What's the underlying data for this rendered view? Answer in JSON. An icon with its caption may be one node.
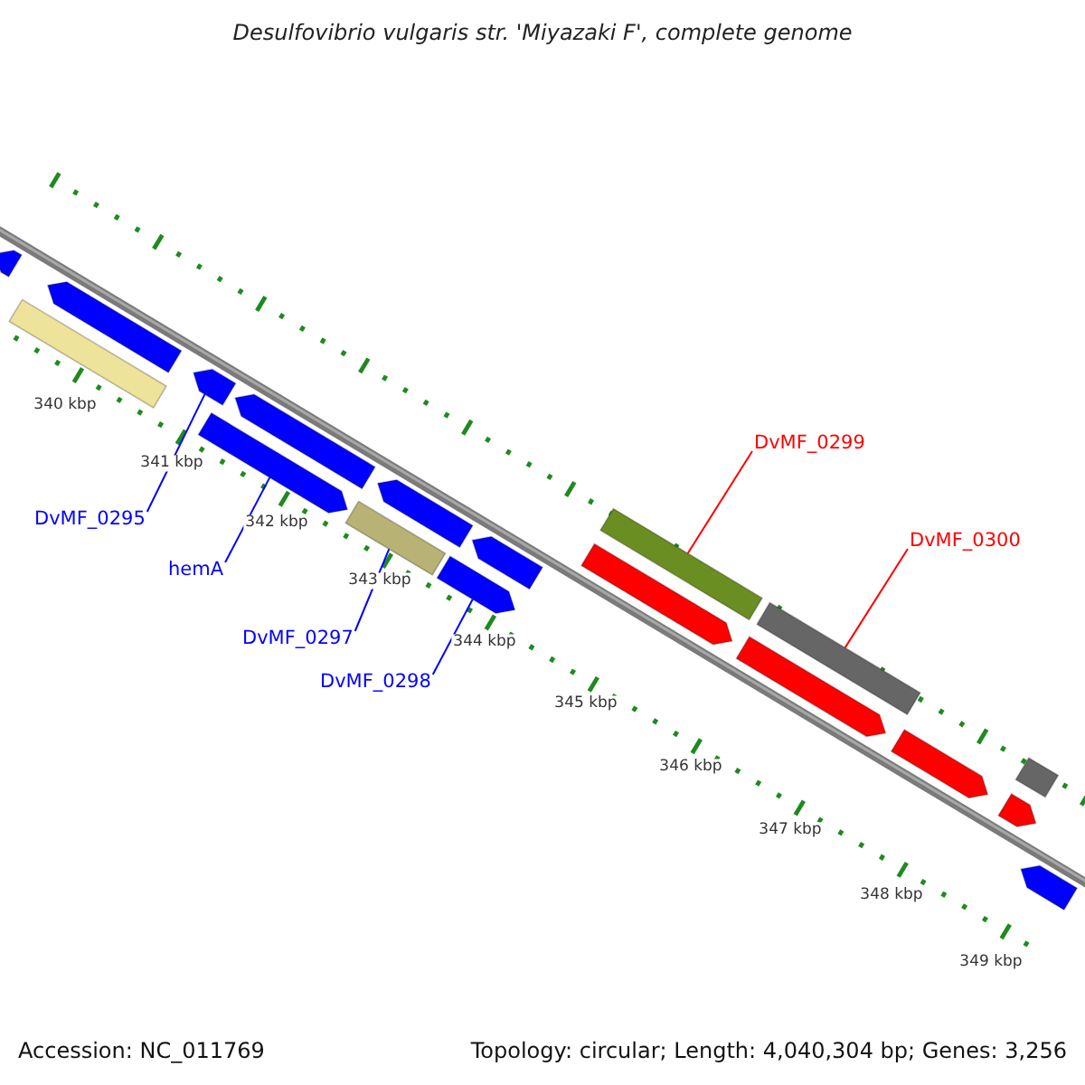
{
  "diagram": {
    "title": "Desulfovibrio vulgaris str. 'Miyazaki F', complete genome",
    "nodes": [
      {
        "text": [
          "DvMF_0295"
        ]
      },
      {
        "text": [
          "hemA"
        ]
      },
      {
        "text": [
          "DvMF_0297"
        ]
      },
      {
        "text": [
          "DvMF_0298"
        ]
      },
      {
        "text": [
          "DvMF_0299"
        ]
      },
      {
        "text": [
          "DvMF_0300"
        ]
      },
      {
        "text": [],
        "shape": "bar"
      },
      {
        "text": [],
        "shape": "bar"
      },
      {
        "text": [],
        "shape": "bar"
      },
      {
        "text": [],
        "shape": "bar"
      },
      {
        "text": [],
        "shape": "bar"
      },
      {
        "text": [],
        "shape": "bar"
      },
      {
        "text": [],
        "shape": "bar"
      },
      {
        "text": [],
        "shape": "bar"
      },
      {
        "text": [],
        "shape": "bar"
      },
      {
        "text": [],
        "shape": "bar"
      },
      {
        "text": [],
        "shape": "bar"
      },
      {
        "text": [],
        "shape": "bar"
      },
      {
        "text": [],
        "shape": "bar"
      },
      {
        "text": [],
        "shape": "bar"
      },
      {
        "text": [],
        "shape": "bar"
      },
      {
        "text": [],
        "shape": "bar"
      },
      {
        "text": [],
        "shape": "bar"
      },
      {
        "text": [],
        "shape": "bar"
      }
    ],
    "edges": [
      {
        "from": 0,
        "to": 9,
        "arrow": "none"
      },
      {
        "from": 1,
        "to": 11,
        "arrow": "none"
      },
      {
        "from": 2,
        "to": 13,
        "arrow": "none"
      },
      {
        "from": 3,
        "to": 15,
        "arrow": "none"
      },
      {
        "from": 4,
        "to": 17,
        "arrow": "none",
        "color": "#ff0000"
      },
      {
        "from": 5,
        "to": 19,
        "arrow": "none",
        "color": "#ff0000"
      }
    ],
    "labels": [
      "340 kbp",
      "341 kbp",
      "342 kbp",
      "343 kbp",
      "344 kbp",
      "345 kbp",
      "346 kbp",
      "347 kbp",
      "348 kbp",
      "349 kbp",
      "Accession: NC_011769",
      "Topology: circular; Length: 4,040,304 bp; Genes: 3,256"
    ]
  }
}
